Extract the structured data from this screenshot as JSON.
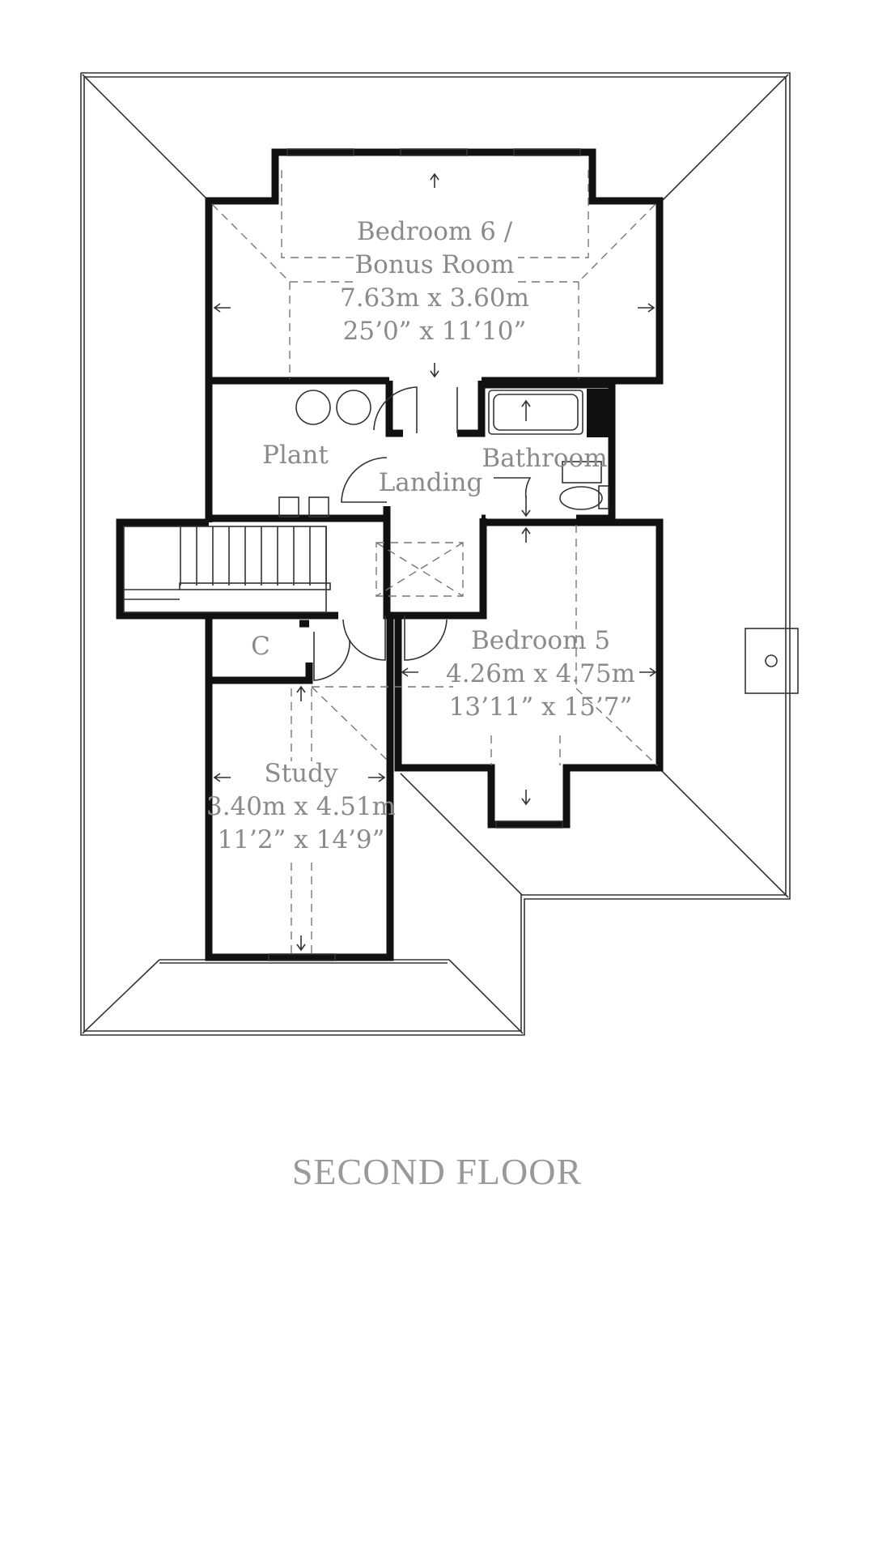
{
  "rooms": {
    "bedroom6": {
      "name1": "Bedroom 6 /",
      "name2": "Bonus Room",
      "metric": "7.63m x 3.60m",
      "imperial": "25’0” x 11’10”"
    },
    "plant": {
      "name": "Plant"
    },
    "landing": {
      "name": "Landing"
    },
    "bathroom": {
      "name": "Bathroom"
    },
    "bedroom5": {
      "name": "Bedroom 5",
      "metric": "4.26m x 4.75m",
      "imperial": "13’11” x 15’7”"
    },
    "cupboard": {
      "name": "C"
    },
    "study": {
      "name": "Study",
      "metric": "3.40m x 4.51m",
      "imperial": "11’2” x 14’9”"
    }
  },
  "floor_title": "SECOND FLOOR",
  "colors": {
    "wall": "#111111",
    "label": "#8a8a8a",
    "title": "#999999",
    "background": "#ffffff"
  }
}
